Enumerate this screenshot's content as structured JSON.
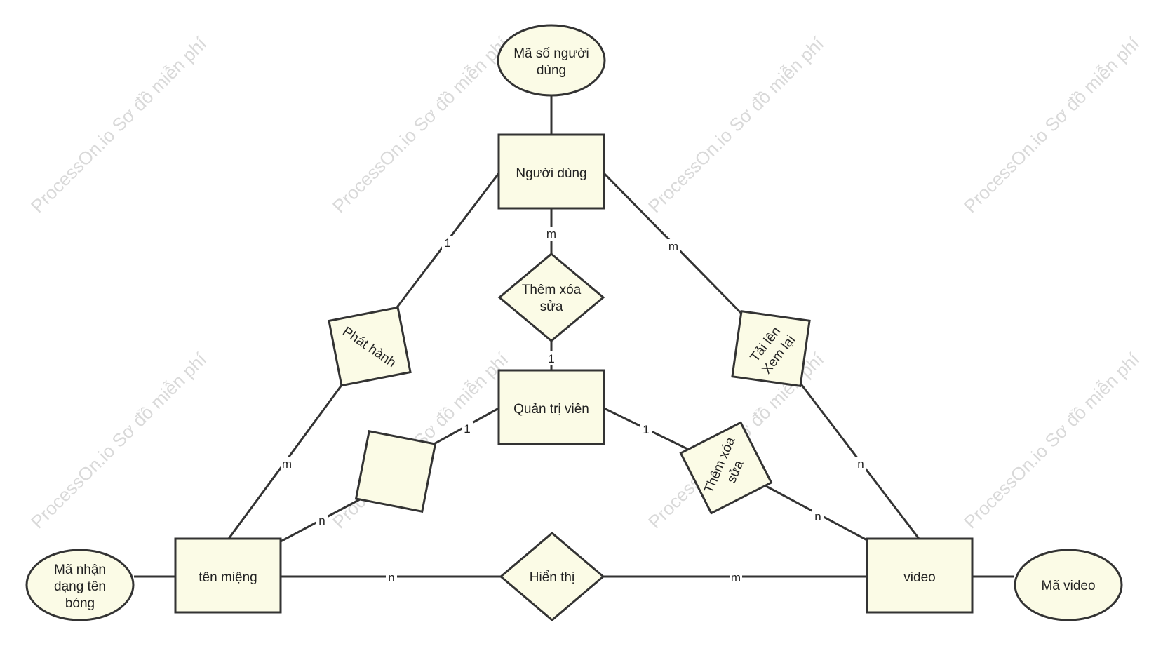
{
  "watermark": "ProcessOn.io Sơ đồ miễn phí",
  "attributes": {
    "user_id": [
      "Mã số người",
      "dùng"
    ],
    "nick_id": [
      "Mã nhận",
      "dạng tên",
      "bóng"
    ],
    "video_id": [
      "Mã video"
    ]
  },
  "entities": {
    "user": "Người dùng",
    "admin": "Quản trị viên",
    "nickname": "tên miệng",
    "video": "video"
  },
  "relationships": {
    "publish": [
      "Phát hành"
    ],
    "crud_top": [
      "Thêm xóa",
      "sửa"
    ],
    "upload": [
      "Tải lên",
      "Xem lại"
    ],
    "manage_nick": [],
    "crud_video": [
      "Thêm xóa",
      "sửa"
    ],
    "display": [
      "Hiển thị"
    ]
  },
  "cardinalities": {
    "user_publish": "1",
    "publish_nick": "m",
    "user_crud": "m",
    "crud_admin": "1",
    "user_upload": "m",
    "upload_video": "n",
    "admin_manage": "1",
    "manage_nick": "n",
    "admin_crudvideo": "1",
    "crudvideo_video": "n",
    "nick_display": "n",
    "display_video": "m"
  }
}
